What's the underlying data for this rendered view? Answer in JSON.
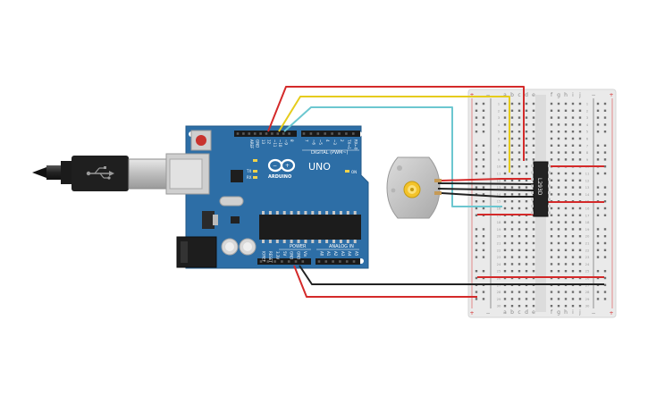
{
  "arduino": {
    "model": "UNO",
    "brand": "ARDUINO",
    "digital_label": "DIGITAL (PWM~)",
    "power_label": "POWER",
    "analog_label": "ANALOG IN",
    "on_label": "ON",
    "tx_label": "TX",
    "rx_label": "RX",
    "top_pins": [
      "AREF",
      "GND",
      "13",
      "12",
      "~11",
      "~10",
      "~9",
      "8",
      "7",
      "~6",
      "~5",
      "4",
      "~3",
      "2",
      "TX→1",
      "RX←0"
    ],
    "bottom_pins": [
      "IOREF",
      "RESET",
      "3.3V",
      "5V",
      "GND",
      "GND",
      "Vin",
      "A0",
      "A1",
      "A2",
      "A3",
      "A4",
      "A5"
    ]
  },
  "ic": {
    "label": "L293D"
  },
  "breadboard": {
    "cols_left": [
      "a",
      "b",
      "c",
      "d",
      "e"
    ],
    "cols_right": [
      "f",
      "g",
      "h",
      "i",
      "j"
    ],
    "plus": "+",
    "minus": "−",
    "row_count": 30
  },
  "colors": {
    "board": "#2d6ea6",
    "wire_red": "#d42a2a",
    "wire_yellow": "#e6cc1c",
    "wire_cyan": "#6cc7d0",
    "wire_black": "#222222"
  }
}
